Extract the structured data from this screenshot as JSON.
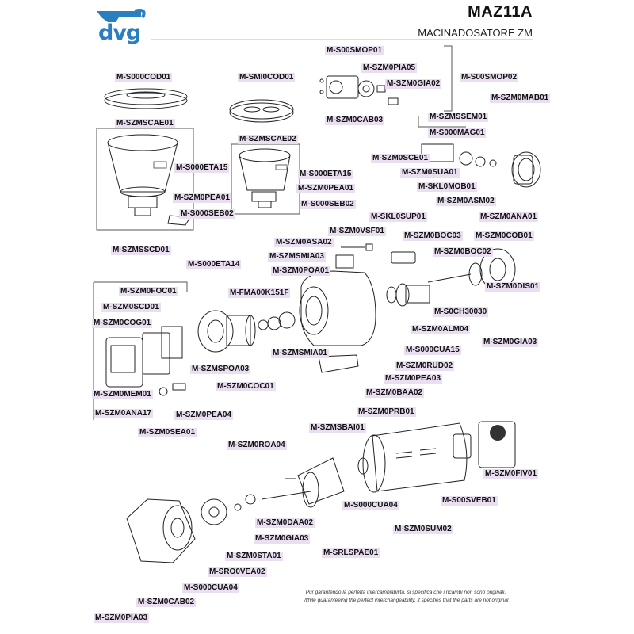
{
  "header": {
    "brand": "dvg",
    "model": "MAZ11A",
    "subtitle": "MACINADOSATORE ZM"
  },
  "disclaimer": {
    "it": "Pur garantendo la perfetta intercambiabilità, si specifica che i ricambi non sono originali.",
    "en": "While guaranteeing the perfect interchangeability, it specifies that the parts are not original"
  },
  "parts": [
    "M-S000COD01",
    "M-SMI0COD01",
    "M-S00SMOP01",
    "M-SZM0PIA05",
    "M-SZM0GIA02",
    "M-S00SMOP02",
    "M-SZM0CAB03",
    "M-SZMSCAE01",
    "M-SZMSCAE02",
    "M-SZMSSEM01",
    "M-SZM0MAB01",
    "M-S000MAG01",
    "M-SZM0SCE01",
    "M-SZM0SUA01",
    "M-SKL0MOB01",
    "M-SZM0ASM02",
    "M-SZM0ANA01",
    "M-S000ETA15",
    "M-SZM0PEA01",
    "M-S000SEB02",
    "M-S000ETA15",
    "M-SZM0PEA01",
    "M-S000SEB02",
    "M-SKL0SUP01",
    "M-SZM0VSF01",
    "M-SZM0BOC03",
    "M-SZM0COB01",
    "M-SZM0ASA02",
    "M-SZM0BOC02",
    "M-SZMSSCD01",
    "M-SZMSMIA03",
    "M-S000ETA14",
    "M-SZM0POA01",
    "M-SZM0DIS01",
    "M-SZM0FOC01",
    "M-FMA00K151F",
    "M-S0CH30030",
    "M-SZM0SCD01",
    "M-SZM0ALM04",
    "M-SZM0COG01",
    "M-SZM0GIA03",
    "M-S000CUA15",
    "M-SZMSMIA01",
    "M-SZM0RUD02",
    "M-SZMSPOA03",
    "M-SZM0PEA03",
    "M-SZM0COC01",
    "M-SZM0BAA02",
    "M-SZM0MEM01",
    "M-SZM0ANA17",
    "M-SZM0PEA04",
    "M-SZM0PRB01",
    "M-SZM0SEA01",
    "M-SZMSBAI01",
    "M-SZM0ROA04",
    "M-SZM0FIV01",
    "M-S000CUA04",
    "M-S00SVEB01",
    "M-SZM0DAA02",
    "M-SZM0GIA03",
    "M-SZM0SUM02",
    "M-SZM0STA01",
    "M-SRLSPAE01",
    "M-SRO0VEA02",
    "M-S000CUA04",
    "M-SZM0CAB02",
    "M-SZM0PIA03"
  ]
}
